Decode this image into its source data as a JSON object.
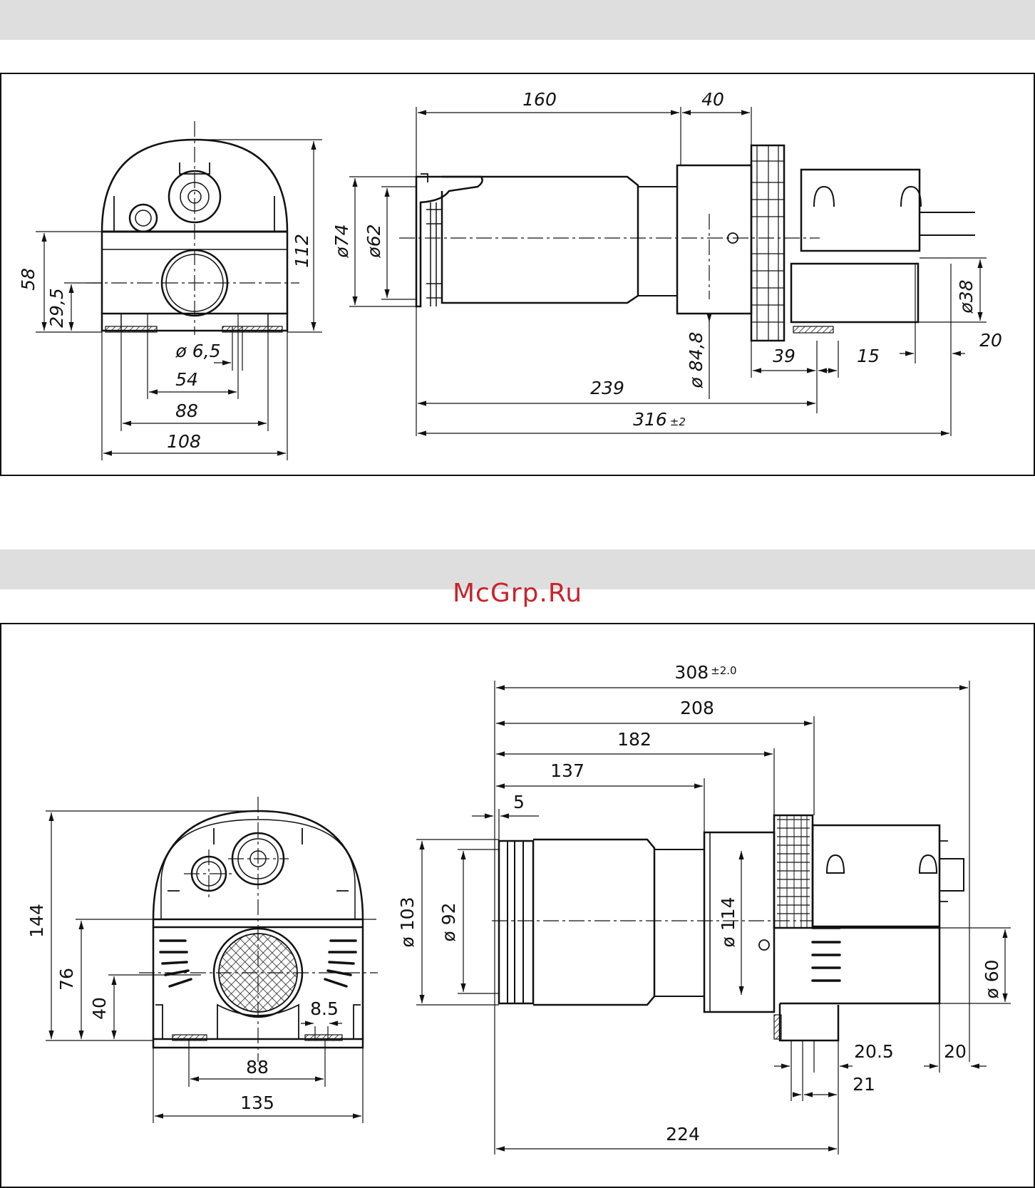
{
  "watermark": "McGrp.Ru",
  "drawing1": {
    "front": {
      "d_height": "112",
      "d_58": "58",
      "d_29_5": "29,5",
      "d_hole": "ø 6,5",
      "d_54": "54",
      "d_88": "88",
      "d_108": "108"
    },
    "side": {
      "d_160": "160",
      "d_40": "40",
      "d_74": "ø74",
      "d_62": "ø62",
      "d_84_8": "ø 84,8",
      "d_38": "ø38",
      "d_20": "20",
      "d_39": "39",
      "d_15": "15",
      "d_239": "239",
      "d_316": "316",
      "d_316_tol": "±2"
    }
  },
  "drawing2": {
    "front": {
      "d_144": "144",
      "d_76": "76",
      "d_40": "40",
      "d_8_5": "8.5",
      "d_88": "88",
      "d_135": "135"
    },
    "side": {
      "d_308": "308",
      "d_308_tol": "±2.0",
      "d_208": "208",
      "d_182": "182",
      "d_137": "137",
      "d_5": "5",
      "d_103": "ø 103",
      "d_92": "ø 92",
      "d_114": "ø 114",
      "d_60": "ø 60",
      "d_20_5": "20.5",
      "d_20": "20",
      "d_21": "21",
      "d_224": "224"
    }
  }
}
